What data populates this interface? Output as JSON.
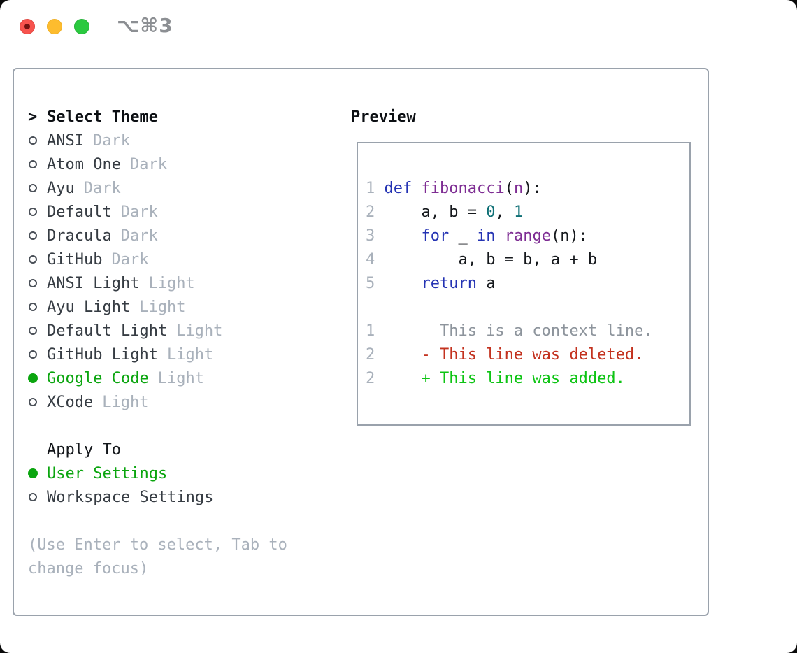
{
  "window": {
    "shortcut_label": "⌥⌘3",
    "traffic_lights": [
      {
        "name": "close-button"
      },
      {
        "name": "minimize-button"
      },
      {
        "name": "zoom-button"
      }
    ]
  },
  "theme_panel": {
    "caret": ">",
    "header": "Select Theme",
    "themes": [
      {
        "label": "ANSI",
        "variant": "Dark",
        "selected": false
      },
      {
        "label": "Atom One",
        "variant": "Dark",
        "selected": false
      },
      {
        "label": "Ayu",
        "variant": "Dark",
        "selected": false
      },
      {
        "label": "Default",
        "variant": "Dark",
        "selected": false
      },
      {
        "label": "Dracula",
        "variant": "Dark",
        "selected": false
      },
      {
        "label": "GitHub",
        "variant": "Dark",
        "selected": false
      },
      {
        "label": "ANSI Light",
        "variant": "Light",
        "selected": false
      },
      {
        "label": "Ayu Light",
        "variant": "Light",
        "selected": false
      },
      {
        "label": "Default Light",
        "variant": "Light",
        "selected": false
      },
      {
        "label": "GitHub Light",
        "variant": "Light",
        "selected": false
      },
      {
        "label": "Google Code",
        "variant": "Light",
        "selected": true
      },
      {
        "label": "XCode",
        "variant": "Light",
        "selected": false
      }
    ],
    "apply_to": {
      "header": "Apply To",
      "options": [
        {
          "label": "User Settings",
          "selected": true
        },
        {
          "label": "Workspace Settings",
          "selected": false
        }
      ]
    },
    "hint_lines": [
      "(Use Enter to select, Tab to",
      "change focus)"
    ]
  },
  "preview": {
    "header": "Preview",
    "code_lines": [
      {
        "num": "1",
        "tokens": [
          {
            "t": "def ",
            "c": "kw"
          },
          {
            "t": "fibonacci",
            "c": "fn"
          },
          {
            "t": "(",
            "c": "pl"
          },
          {
            "t": "n",
            "c": "fn"
          },
          {
            "t": "):",
            "c": "pl"
          }
        ]
      },
      {
        "num": "2",
        "tokens": [
          {
            "t": "    a, b = ",
            "c": "pl"
          },
          {
            "t": "0",
            "c": "num"
          },
          {
            "t": ", ",
            "c": "pl"
          },
          {
            "t": "1",
            "c": "num"
          }
        ]
      },
      {
        "num": "3",
        "tokens": [
          {
            "t": "    ",
            "c": "pl"
          },
          {
            "t": "for",
            "c": "kw"
          },
          {
            "t": " _ ",
            "c": "pl"
          },
          {
            "t": "in",
            "c": "kw"
          },
          {
            "t": " ",
            "c": "pl"
          },
          {
            "t": "range",
            "c": "fn"
          },
          {
            "t": "(n):",
            "c": "pl"
          }
        ]
      },
      {
        "num": "4",
        "tokens": [
          {
            "t": "        a, b = b, a + b",
            "c": "pl"
          }
        ]
      },
      {
        "num": "5",
        "tokens": [
          {
            "t": "    ",
            "c": "pl"
          },
          {
            "t": "return",
            "c": "kw"
          },
          {
            "t": " a",
            "c": "pl"
          }
        ]
      }
    ],
    "diff_lines": [
      {
        "num": "1",
        "marker": " ",
        "text": "This is a context line.",
        "kind": "context"
      },
      {
        "num": "2",
        "marker": "-",
        "text": "This line was deleted.",
        "kind": "deleted"
      },
      {
        "num": "2",
        "marker": "+",
        "text": "This line was added.",
        "kind": "added"
      }
    ]
  },
  "colors": {
    "accent_green": "#0ba50f",
    "border_gray": "#9aa2ac",
    "text_secondary": "#363c43",
    "muted": "#a9b1bb",
    "line_number": "#a9b1bb",
    "code_keyword": "#2433b3",
    "code_function": "#7e2d93",
    "code_number": "#0e6f75",
    "code_plain": "#15181c",
    "diff_context": "#8d949c",
    "diff_deleted": "#c3321f",
    "diff_added": "#0ec414",
    "traffic_red": "#f7534e",
    "traffic_red_dot": "#731210",
    "traffic_yellow": "#fdbc2e",
    "traffic_green": "#2ac93f"
  }
}
